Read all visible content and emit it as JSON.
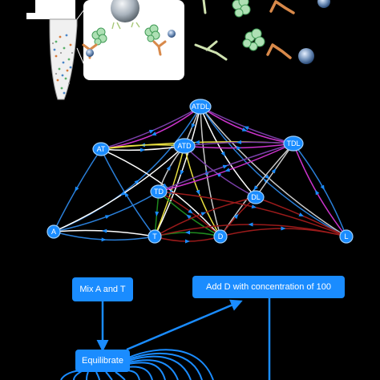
{
  "colors": {
    "background": "#000000",
    "node_fill": "#1a8cff",
    "node_stroke": "#9fd0ff",
    "box_fill": "#1a8cff",
    "white": "#ffffff",
    "blue": "#2a7fd9",
    "light_gray": "#c8c8c8",
    "yellow": "#e8e040",
    "magenta": "#cc33cc",
    "purple": "#7a3fa8",
    "green": "#1e8a1e",
    "dark_red": "#9a1a1a",
    "wire": "#1a8cff"
  },
  "illustration": {
    "tube_icon": "microtube-icon",
    "particle_icon": "particle-icon",
    "antibody_icon": "antibody-icon",
    "protein_icon": "protein-icon",
    "bead_icon": "bead-icon"
  },
  "network": {
    "nodes": [
      {
        "id": "ATDL",
        "label": "ATDL"
      },
      {
        "id": "AT",
        "label": "AT"
      },
      {
        "id": "ATD",
        "label": "ATD"
      },
      {
        "id": "TDL",
        "label": "TDL"
      },
      {
        "id": "TD",
        "label": "TD"
      },
      {
        "id": "DL",
        "label": "DL"
      },
      {
        "id": "A",
        "label": "A"
      },
      {
        "id": "T",
        "label": "T"
      },
      {
        "id": "D",
        "label": "D"
      },
      {
        "id": "L",
        "label": "L"
      }
    ]
  },
  "flow": {
    "mix_label": "Mix A and T",
    "add_label": "Add D with concentration of 100",
    "equilibrate_label": "Equilibrate"
  }
}
